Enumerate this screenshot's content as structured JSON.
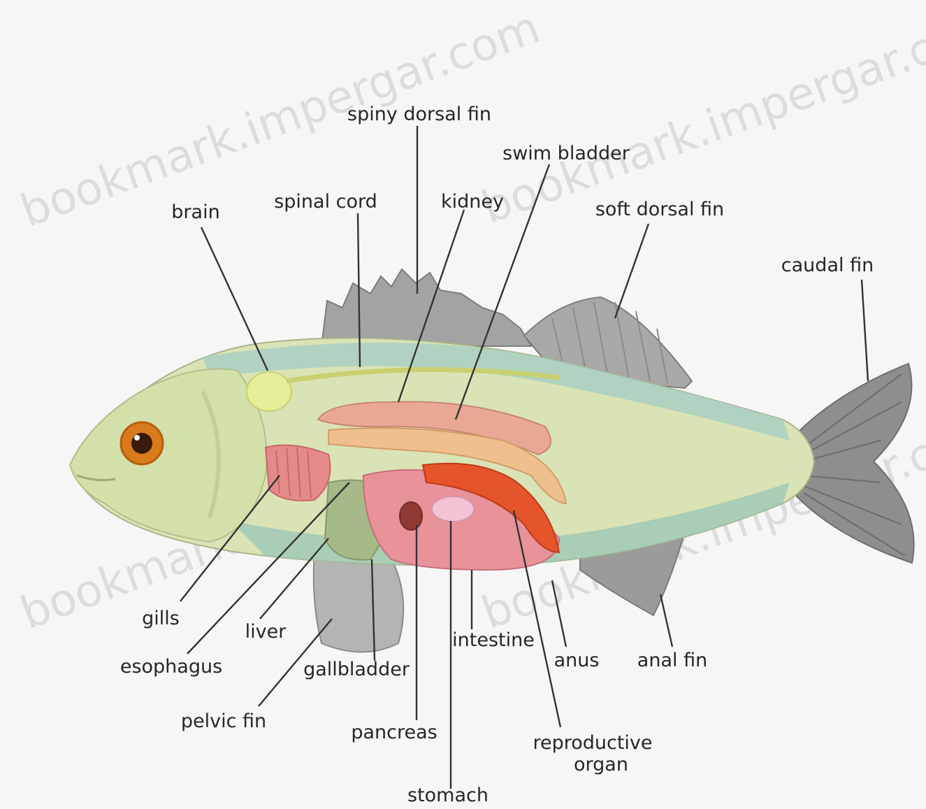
{
  "labels": {
    "spiny_dorsal_fin": "spiny dorsal fin",
    "swim_bladder": "swim bladder",
    "brain": "brain",
    "spinal_cord": "spinal cord",
    "kidney": "kidney",
    "soft_dorsal_fin": "soft dorsal fin",
    "caudal_fin": "caudal fin",
    "gills": "gills",
    "liver": "liver",
    "esophagus": "esophagus",
    "gallbladder": "gallbladder",
    "intestine": "intestine",
    "anus": "anus",
    "anal_fin": "anal fin",
    "pelvic_fin": "pelvic fin",
    "pancreas": "pancreas",
    "reproductive_organ_line1": "reproductive",
    "reproductive_organ_line2": "organ",
    "stomach": "stomach"
  },
  "watermark": "bookmark.impergar.com",
  "colors": {
    "body": "#d9e3b5",
    "dorsal_stripe": "#9cc9bd",
    "fins": "#8e8e8e",
    "swim_bladder": "#e9a98e",
    "gills": "#e58a8a",
    "reproductive": "#e5542a",
    "intestine": "#e58c8f",
    "eye": "#d97a1c"
  }
}
